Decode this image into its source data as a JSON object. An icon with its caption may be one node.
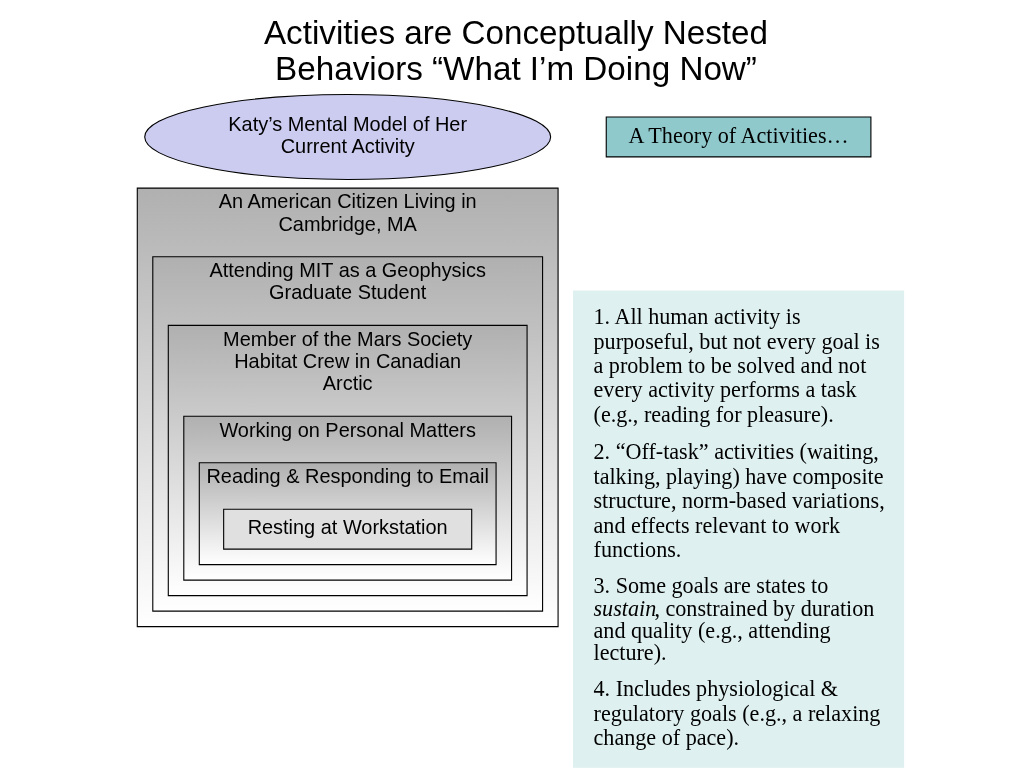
{
  "diagram": {
    "title": "Activities are Conceptually Nested Behaviors “What I’m Doing Now”",
    "nodes": [
      {
        "text": [
          "Katy’s Mental Model of Her Current Activity"
        ]
      },
      {
        "text": [
          "An American Citizen Living in Cambridge, MA"
        ]
      },
      {
        "text": [
          "Attending MIT as a Geophysics Graduate Student"
        ],
        "in": 1
      },
      {
        "text": [
          "Member of the Mars Society Habitat Crew in Canadian Arctic"
        ],
        "in": 2
      },
      {
        "text": [
          "Working on Personal Matters"
        ],
        "in": 3
      },
      {
        "text": [
          "Reading & Responding to Email"
        ],
        "in": 4
      },
      {
        "text": [
          "Resting at Workstation"
        ],
        "in": 5
      },
      {
        "text": [
          "A Theory of Activities…"
        ]
      },
      {
        "text": [
          "1. All human activity is purposeful, but not every goal is a problem to be solved and not every activity performs a task (e.g., reading for pleasure).",
          "2. “Off-task” activities (waiting, talking, playing) have composite structure, norm-based variations, and effects relevant to work functions.",
          "3. Some goals are states to *sustain*, constrained by duration and quality (e.g., attending lecture).",
          "4. Includes physiological & regulatory goals (e.g., a relaxing change of pace)."
        ]
      }
    ]
  }
}
